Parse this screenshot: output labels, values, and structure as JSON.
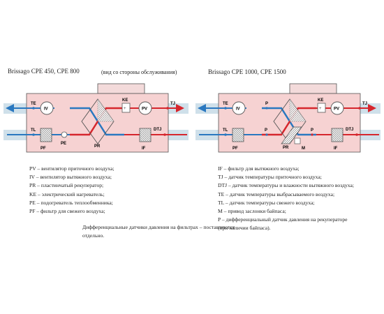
{
  "diagram_left": {
    "title": "Brissago CPE 450, CPE 800",
    "labels": {
      "te": "TE",
      "iv": "IV",
      "ke": "KE",
      "pv": "PV",
      "tj": "TJ",
      "tl": "TL",
      "pe": "PE",
      "pr": "PR",
      "dtj": "DTJ",
      "pf": "PF",
      "if": "IF"
    }
  },
  "view_note": "(вид со стороны обслуживания)",
  "diagram_right": {
    "title": "Brissago CPE 1000, CPE 1500",
    "labels": {
      "te": "TE",
      "iv": "IV",
      "p_top": "P",
      "ke": "KE",
      "pv": "PV",
      "tj": "TJ",
      "tl": "TL",
      "p_left": "P",
      "p_right": "P",
      "pr": "PR",
      "m": "M",
      "dtj": "DTJ",
      "pf": "PF",
      "if": "IF"
    }
  },
  "legend_left": [
    "PV – вентилятор приточного воздуха;",
    "IV – вентилятор вытяжного воздуха;",
    "PR – пластинчатый рекуператор;",
    "KE – электрический нагреватель;",
    "PE – подогреватель теплообменника;",
    "PF – фильтр для свежего воздуха;"
  ],
  "legend_right": [
    "IF – фильтр для вытяжного воздуха;",
    "TJ – датчик температуры приточного воздуха;",
    "DTJ – датчик температуры и влажности вытяжного воздуха;",
    "TE – датчик температуры выбрасываемого воздуха;",
    "TL – датчик температуры свежего воздуха;",
    "M – привод заслонки байпаса;",
    "P – дифференциальный датчик давления на рекуператоре",
    "(при наличии байпаса)."
  ],
  "footnote": [
    "Дифференциальные датчики давления на фильтрах – поставляются",
    "отдельно."
  ],
  "colors": {
    "cold": "#2a78c0",
    "warm": "#d6262d",
    "unit": "#f6d2d2",
    "lid": "#f3dada",
    "duct": "#cfe0ea",
    "outline": "#555555"
  }
}
